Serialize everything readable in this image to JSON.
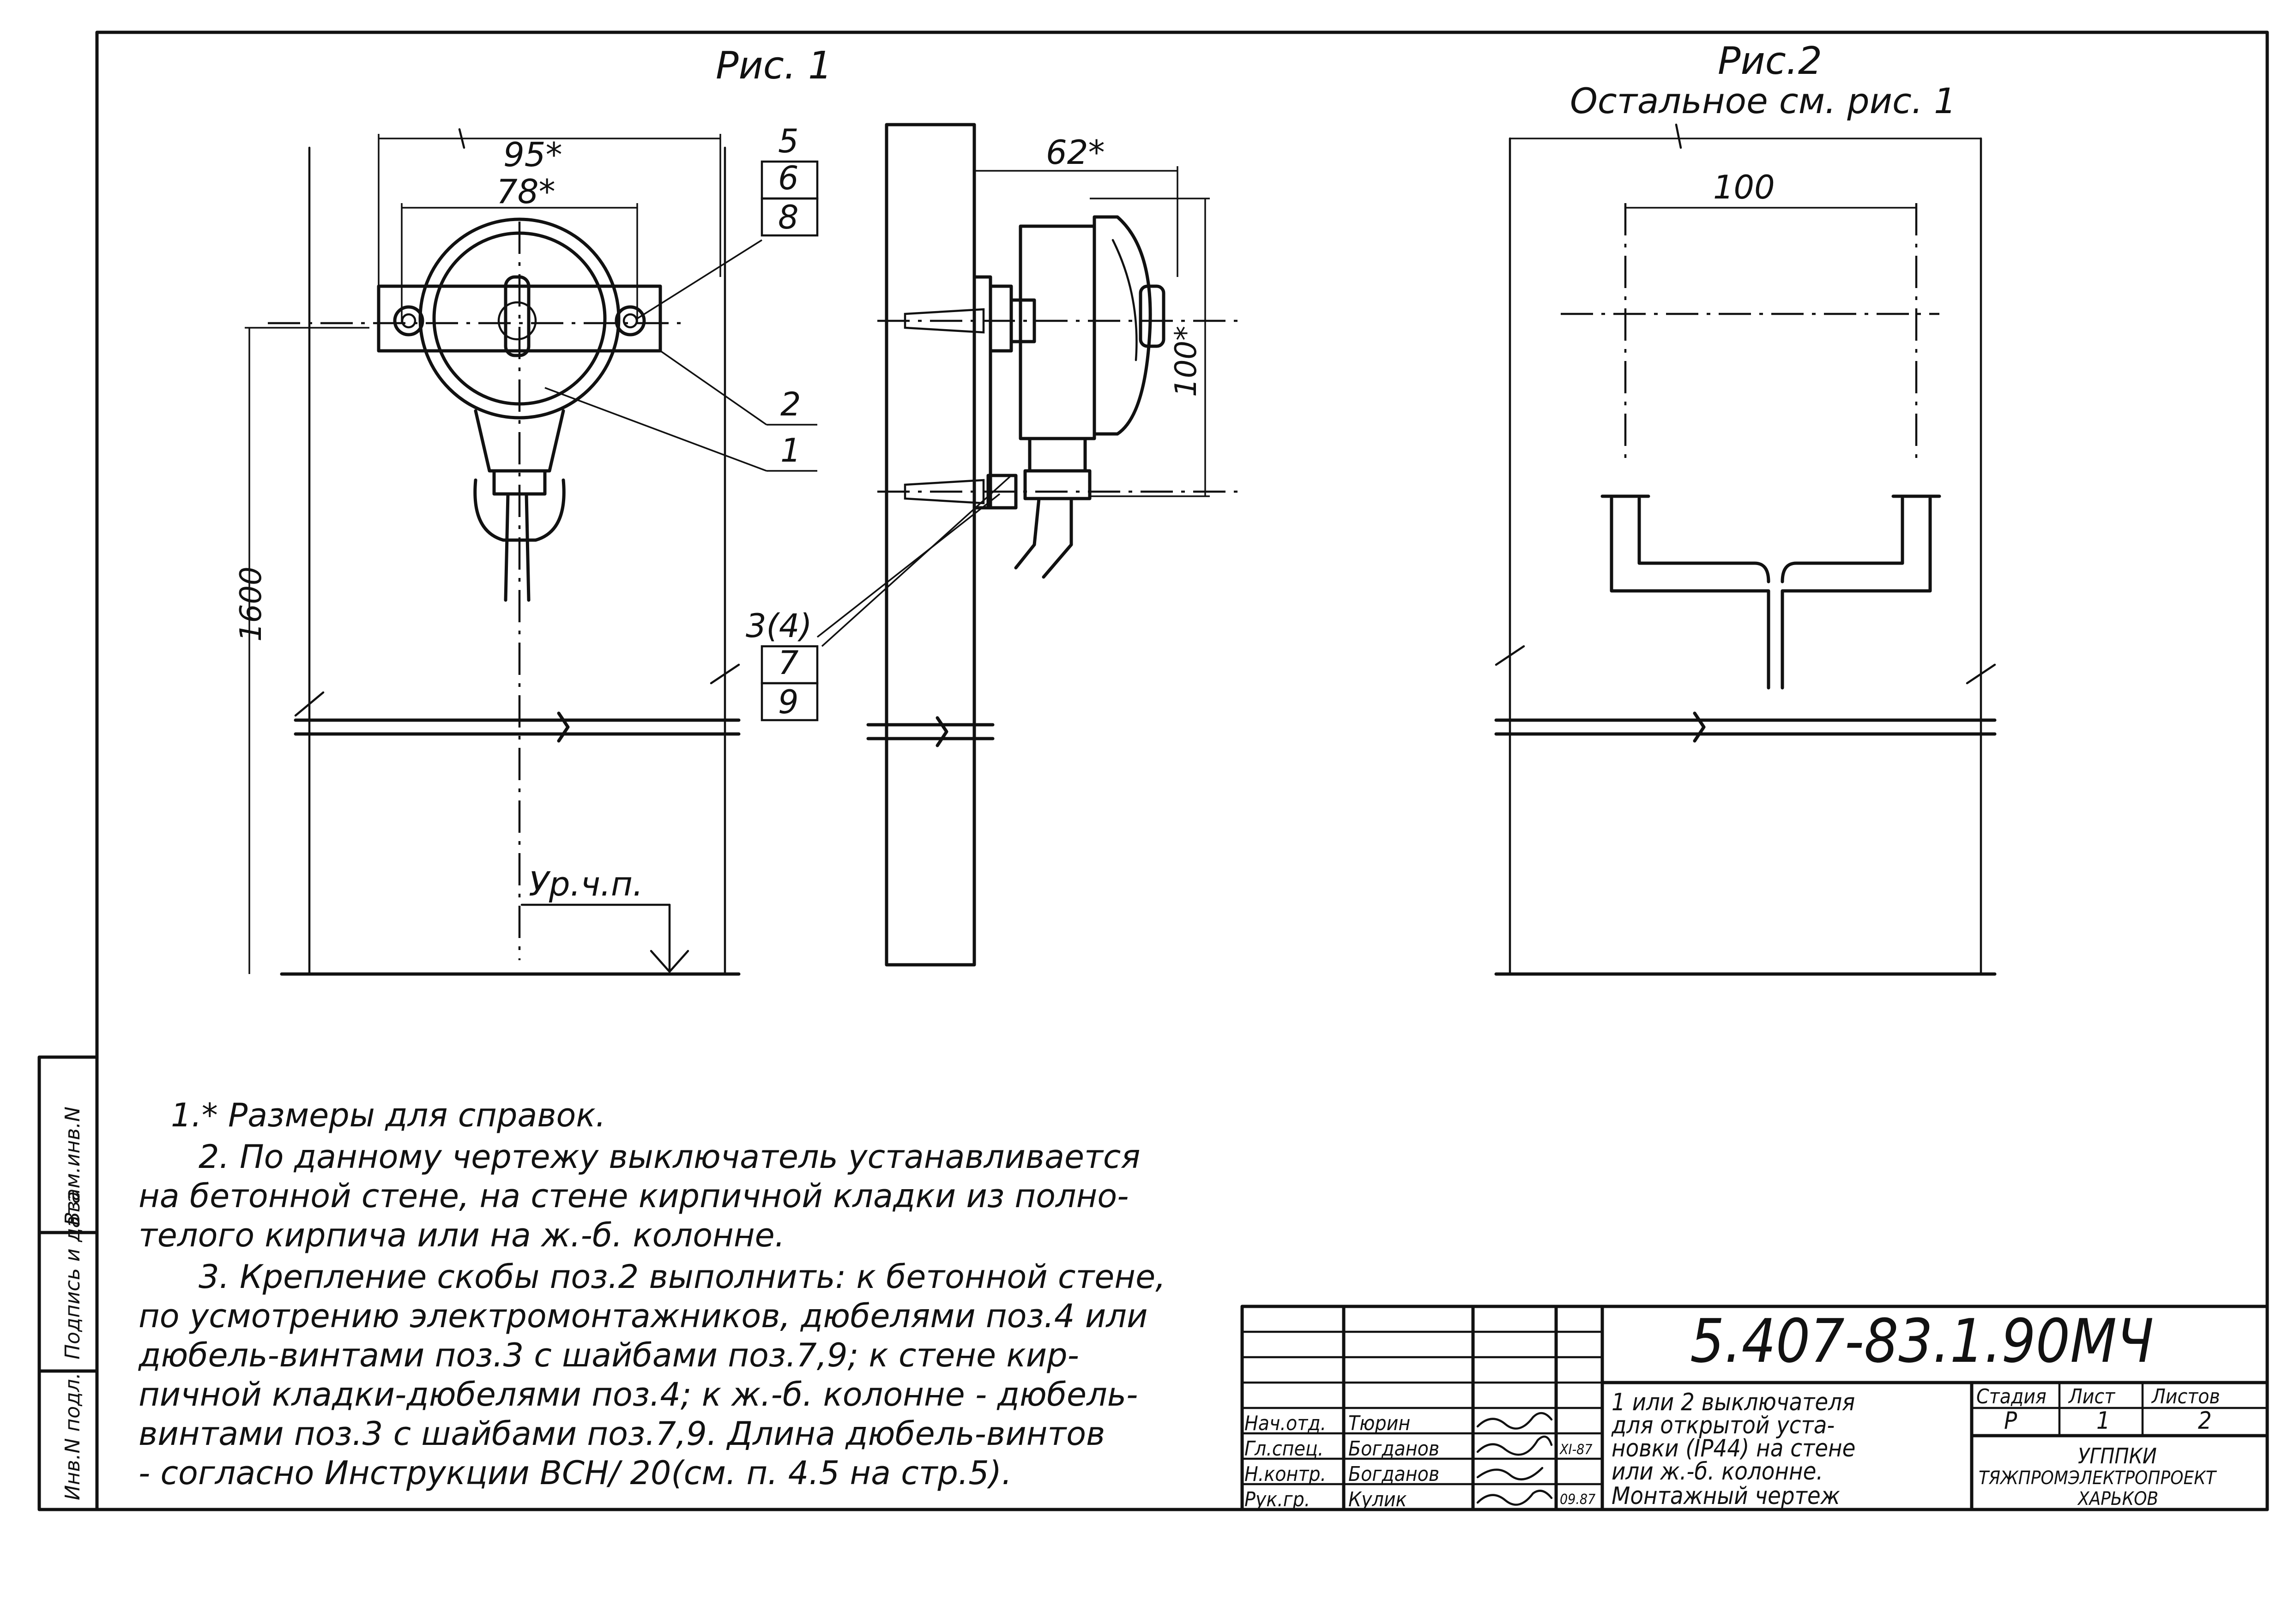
{
  "figure1": {
    "caption": "Рис. 1",
    "dim_95": "95*",
    "dim_78": "78*",
    "dim_62": "62*",
    "dim_100": "100*",
    "dim_1600": "1600",
    "floor_label": "Ур.ч.п.",
    "callout_top": [
      "5",
      "6",
      "8"
    ],
    "callout_2": "2",
    "callout_1": "1",
    "callout_bottom": [
      "3(4)",
      "7",
      "9"
    ]
  },
  "figure2": {
    "caption": "Рис.2",
    "subcaption": "Остальное см. рис. 1",
    "dim_100": "100"
  },
  "notes": [
    "1.* Размеры для справок.",
    "2. По данному чертежу выключатель устанавливается",
    "на бетонной стене, на стене кирпичной кладки из полно-",
    "телого кирпича или на ж.-б. колонне.",
    "3. Крепление скобы поз.2 выполнить: к бетонной стене,",
    "по усмотрению электромонтажников, дюбелями поз.4 или",
    "дюбель-винтами поз.3 с шайбами поз.7,9; к стене кир-",
    "пичной кладки-дюбелями поз.4; к ж.-б. колонне - дюбель-",
    "винтами поз.3 с шайбами поз.7,9. Длина дюбель-винтов",
    "- согласно Инструкции ВСН/ 20(см. п. 4.5 на стр.5)."
  ],
  "side_stamp": [
    "Инв.N подл.",
    "Подпись и дата",
    "Взам.инв.N"
  ],
  "title_block": {
    "doc_number": "5.407-83.1.90МЧ",
    "title_lines": [
      "1 или 2 выключателя",
      "для открытой уста-",
      "новки (IP44) на стене",
      "или ж.-б. колонне.",
      "Монтажный чертеж"
    ],
    "headers": {
      "stage": "Стадия",
      "sheet": "Лист",
      "sheets": "Листов"
    },
    "values": {
      "stage": "Р",
      "sheet": "1",
      "sheets": "2"
    },
    "org": [
      "УГППКИ",
      "ТЯЖПРОМЭЛЕКТРОПРОЕКТ",
      "ХАРЬКОВ"
    ],
    "roles": [
      {
        "role": "Нач.отд.",
        "name": "Тюрин",
        "date": ""
      },
      {
        "role": "Гл.спец.",
        "name": "Богданов",
        "date": "XI-87"
      },
      {
        "role": "Н.контр.",
        "name": "Богданов",
        "date": ""
      },
      {
        "role": "Рук.гр.",
        "name": "Кулик",
        "date": "09.87"
      }
    ]
  }
}
